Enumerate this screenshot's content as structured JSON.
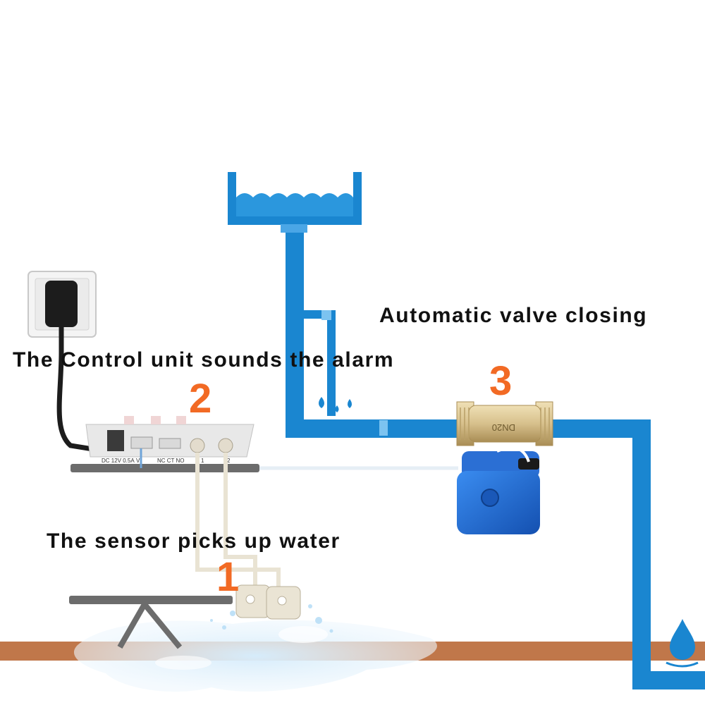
{
  "captions": {
    "valve": "Automatic valve closing",
    "control": "The Control unit sounds the alarm",
    "sensor": "The sensor picks up water"
  },
  "steps": {
    "sensor": "1",
    "control": "2",
    "valve": "3"
  },
  "control_unit": {
    "power": "DC 12V 0.5A",
    "valve_port": "V",
    "relay": "NC CT NO",
    "probe_1": "1",
    "probe_2": "2"
  },
  "valve_body": {
    "marking": "DN20"
  },
  "colors": {
    "pipe": "#1a86d0",
    "pipe_dark": "#0f6fb3",
    "floor": "#c0774a",
    "step_number": "#f26a24",
    "valve_brass": "#d7c08c",
    "actuator": "#1f6ed6"
  }
}
